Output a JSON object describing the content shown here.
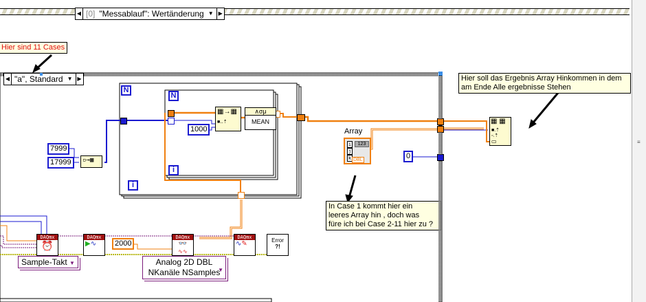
{
  "sequence": {
    "selector_index": "[0]",
    "selector_label": "\"Messablauf\": Wertänderung"
  },
  "case_structure": {
    "selector_label": "\"a\", Standard"
  },
  "notes": {
    "cases_note": "Hier sind 11 Cases",
    "result_note_line1": "Hier soll das Ergebnis Array Hinkommen in dem",
    "result_note_line2": "am Ende Alle ergebnisse Stehen",
    "case1_note_line1": "In Case 1 kommt hier ein",
    "case1_note_line2": "leeres Array hin , doch was",
    "case1_note_line3": "füre ich bei Case 2-11 hier zu ?"
  },
  "constants": {
    "c7999": "7999",
    "c17999": "17999",
    "c1000": "1000",
    "c0": "0",
    "c2000": "2000"
  },
  "loops": {
    "outer_count": "N",
    "outer_iter": "i",
    "inner_count": "N",
    "inner_iter": "i"
  },
  "nodes": {
    "mean_symbol": "∧σμ",
    "mean_label": "MEAN",
    "array_label": "Array",
    "array_digits": "123",
    "array_type": "DBL",
    "array_index_i": "i",
    "array_index_j": "j",
    "array_index_k": "k",
    "error_label": "Error",
    "error_mark": "?!",
    "daqmx_header": "DAQmx"
  },
  "enums": {
    "sample_clock": "Sample-Takt",
    "read_mode_line1": "Analog 2D DBL",
    "read_mode_line2": "NKanäle NSamples"
  },
  "colors": {
    "int_wire": "#1a1ad0",
    "dbl_wire": "#f08010",
    "task_wire": "#7a1a7a",
    "error_wire": "#c8c800",
    "note_bg": "#ffffe1",
    "daqmx_header": "#a01010"
  }
}
